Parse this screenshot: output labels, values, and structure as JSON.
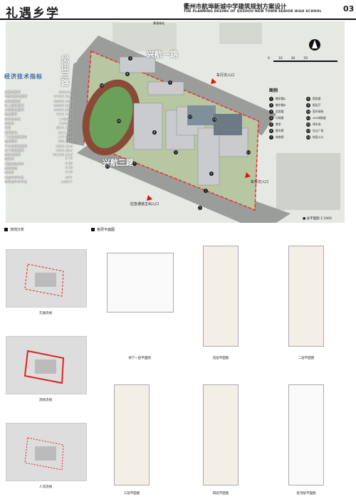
{
  "header": {
    "title": "礼遇乡学",
    "subtitle": "衢州市航埠新城中学建筑规划方案设计",
    "subtitle_en": "THE PLANNING DESING OF QUZHOU NEW TOWN SENIOR HIGH SCHOOL",
    "sheet_no": "03"
  },
  "site_plan": {
    "roads": [
      "凤山三路",
      "兴航一路",
      "兴航三路"
    ],
    "entrances": {
      "vehicle_1": "车行次入口",
      "vehicle_2": "车行次入口",
      "main": "应急通道主出入口",
      "label_top": "景观绿化"
    },
    "caption_label": "■ 总平面图",
    "caption_scale": "1:1000",
    "scale_bar": [
      "0",
      "10",
      "30",
      "50"
    ],
    "legend_title": "图例",
    "legend_left": [
      "1",
      "2",
      "3",
      "4",
      "5",
      "6",
      "7"
    ],
    "legend_right": [
      "8",
      "9",
      "10",
      "11",
      "12",
      "13",
      "14"
    ],
    "legend_left_text": [
      "教学楼A",
      "教学楼B",
      "实验楼",
      "行政楼",
      "食堂",
      "图书馆",
      "体育馆"
    ],
    "legend_right_text": [
      "宿舍楼",
      "报告厅",
      "室外球场",
      "400米跑道",
      "停车场",
      "礼仪广场",
      "校园入口"
    ],
    "numbers": [
      "1",
      "2",
      "3",
      "4",
      "5",
      "6",
      "7",
      "8",
      "9",
      "10",
      "11",
      "12",
      "13",
      "14",
      "15"
    ]
  },
  "econ": {
    "title": "经济技术指标",
    "rows": [
      [
        "总用地面积",
        "82014㎡"
      ],
      [
        "可建设用地面积",
        "67622.35㎡"
      ],
      [
        "总建筑面积",
        "66805.30㎡"
      ],
      [
        "地上建筑面积",
        "64849.92㎡"
      ],
      [
        "计容建筑面积",
        "64901.90㎡"
      ],
      [
        "基底面积",
        "7223.78㎡"
      ],
      [
        "教学综合楼",
        "17689㎡"
      ],
      [
        "宿舍楼",
        "12456㎡"
      ],
      [
        "食堂",
        "3815.14㎡"
      ],
      [
        "风雨操场",
        "2411.6㎡"
      ],
      [
        "门卫及辅助用房",
        "177.68㎡"
      ],
      [
        "连廊面积",
        "360.26㎡"
      ],
      [
        "不计容建筑面积",
        "1920.33㎡"
      ],
      [
        "地下建筑面积",
        "1954.38㎡"
      ],
      [
        "建筑总面积",
        "20,638.23㎡"
      ],
      [
        "容积率",
        "0.79"
      ],
      [
        "可建筑容积率",
        "0.96"
      ],
      [
        "建筑密度",
        "0.29"
      ],
      [
        "绿地率",
        "0.36"
      ],
      [
        "机动车停车位",
        "40个"
      ],
      [
        "非机动车停车位",
        "1400个"
      ]
    ]
  },
  "sections": {
    "analysis": "流线分析",
    "plans": "各层平面图"
  },
  "analysis_caps": [
    "交通流线",
    "消防流线",
    "人流流线"
  ],
  "plan_caps": [
    "地下一层平面图",
    "首层平面图",
    "二层平面图",
    "三层平面图",
    "四层平面图",
    "屋顶层平面图"
  ]
}
